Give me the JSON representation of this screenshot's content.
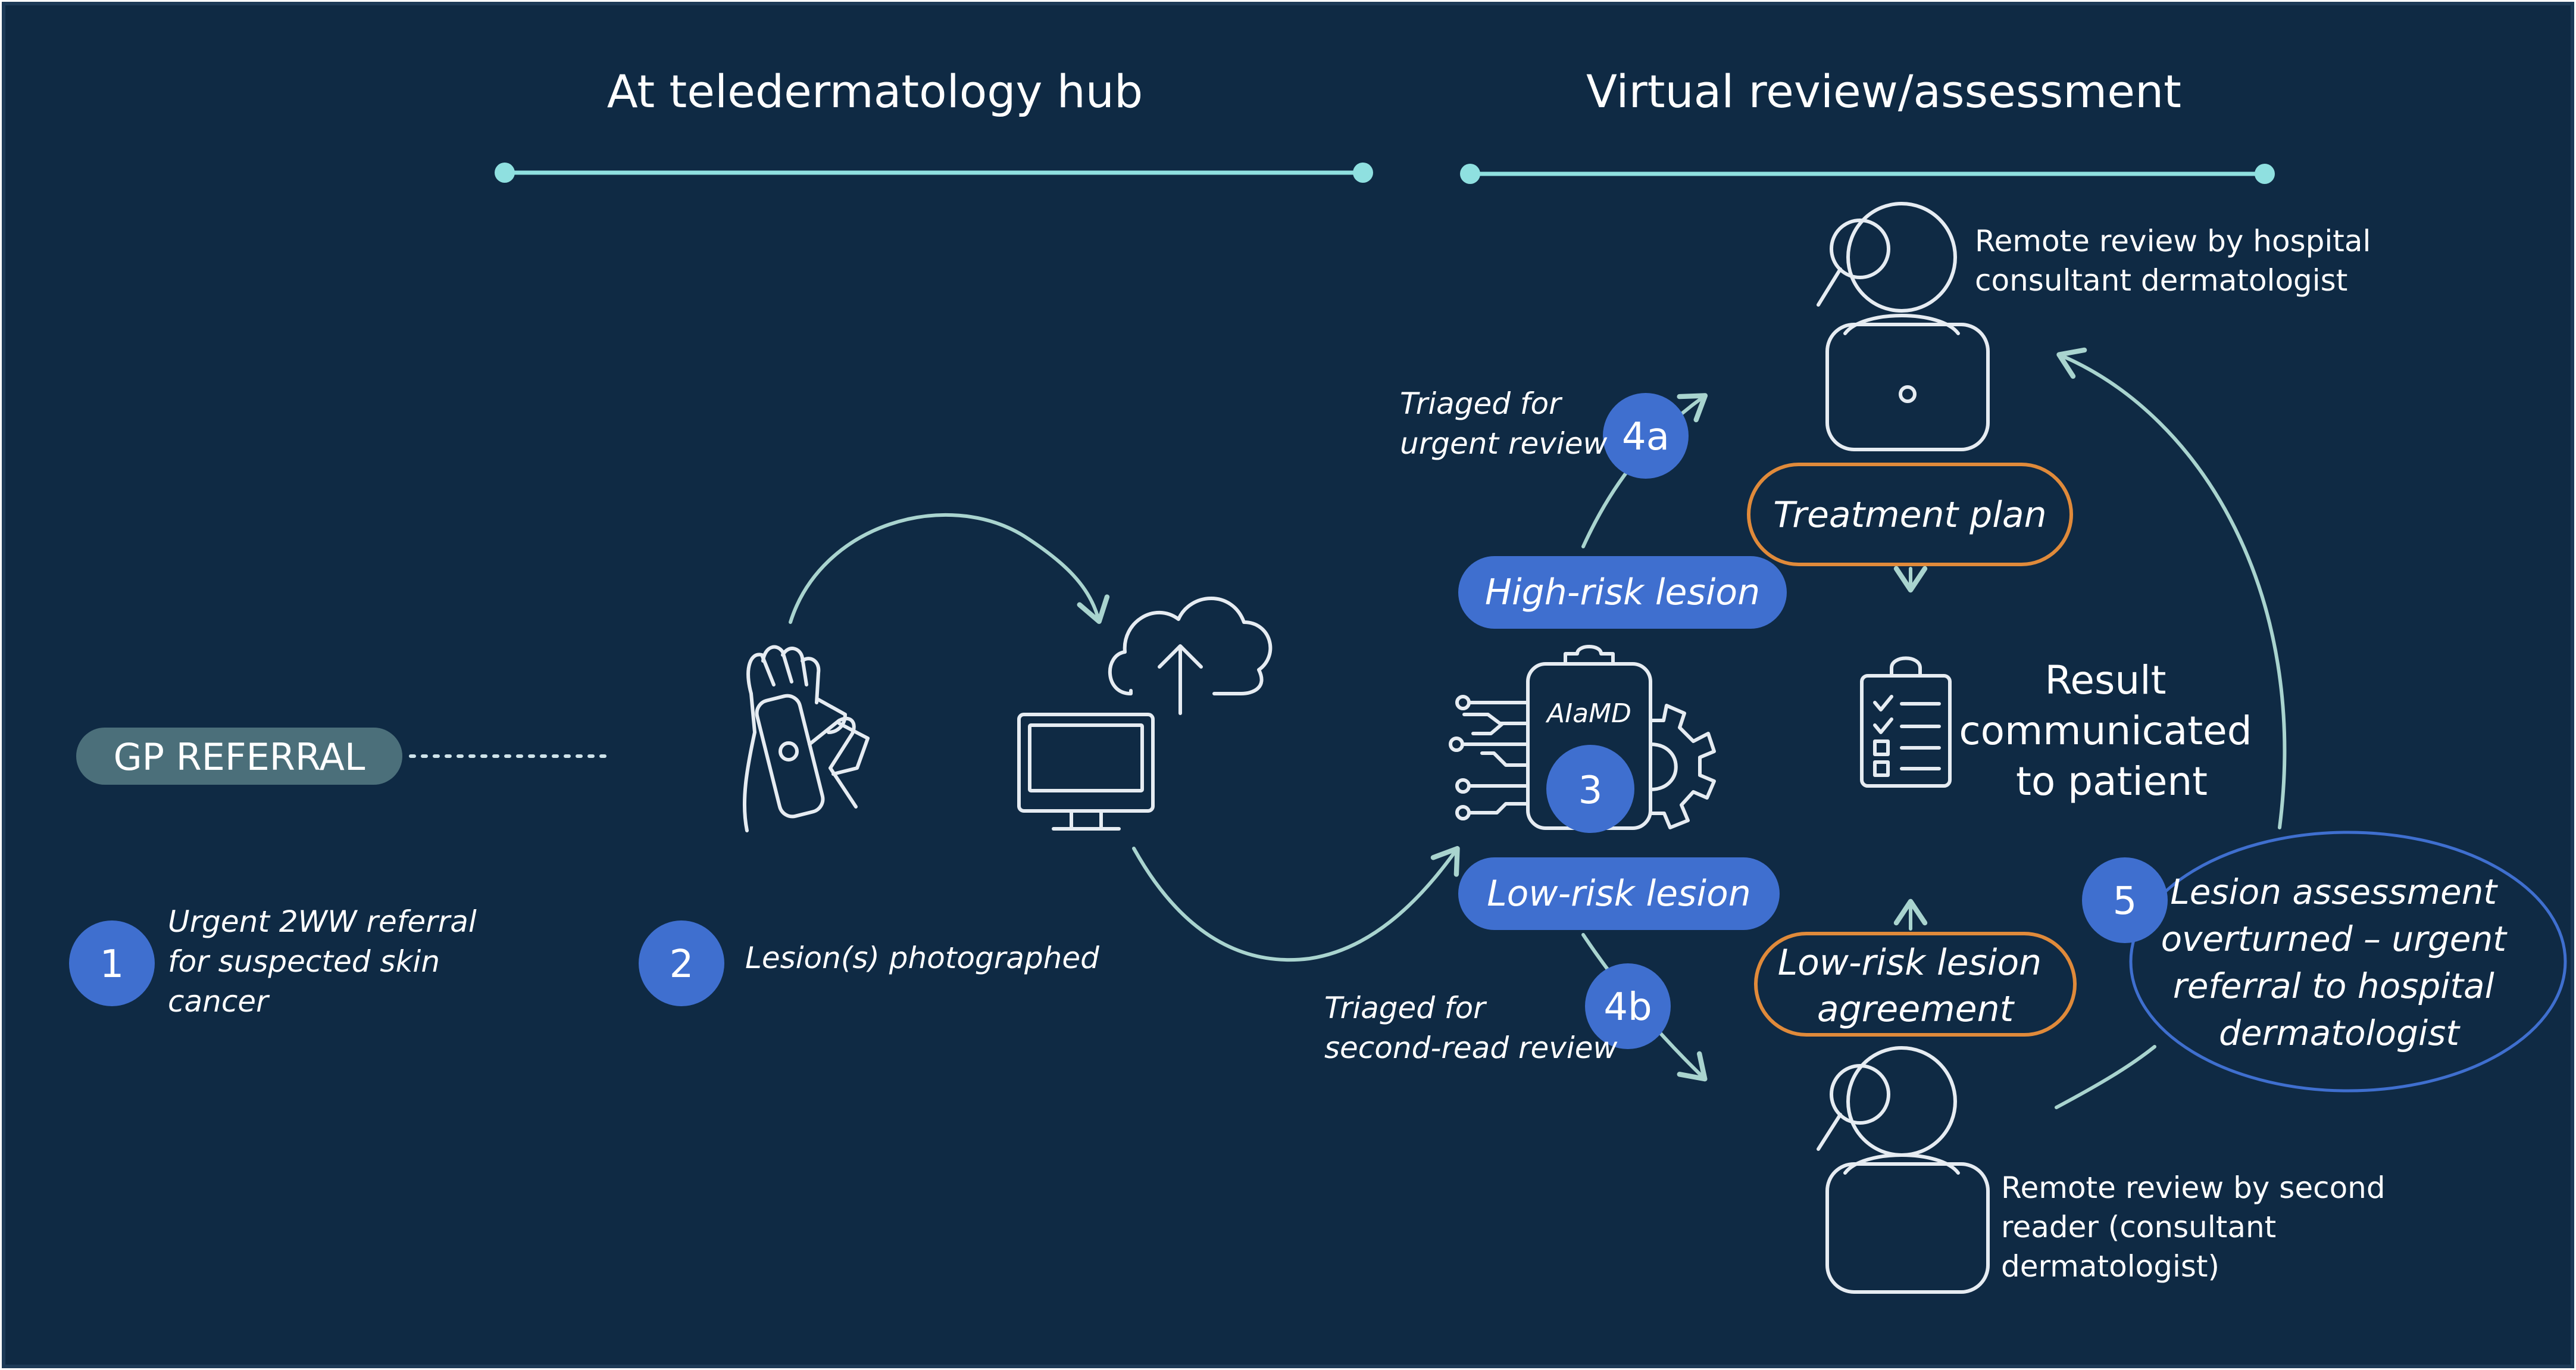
{
  "colors": {
    "background": "#0f2a44",
    "timeline": "#8fe0e0",
    "badge": "#3f6fcf",
    "pill": "#3f6fcf",
    "outcome_outline": "#e08a3a",
    "gp_pill": "#4b6f7a",
    "arrow": "#a9d4cf",
    "icon_stroke": "#e6ecf2"
  },
  "headers": {
    "left": "At teledermatology hub",
    "right": "Virtual review/assessment"
  },
  "gp_referral": "GP REFERRAL",
  "steps": {
    "step1": {
      "number": "1",
      "lines": [
        "Urgent 2WW referral",
        "for suspected skin",
        "cancer"
      ]
    },
    "step2": {
      "number": "2",
      "text": "Lesion(s) photographed"
    },
    "step3": {
      "number": "3",
      "device_label": "AIaMD"
    },
    "step4a": {
      "number": "4a",
      "lines": [
        "Triaged for",
        "urgent review"
      ]
    },
    "step4b": {
      "number": "4b",
      "lines": [
        "Triaged for",
        "second-read review"
      ]
    },
    "step5": {
      "number": "5",
      "lines": [
        "Lesion assessment",
        "overturned – urgent",
        "referral to hospital",
        "dermatologist"
      ]
    }
  },
  "pills": {
    "high_risk": "High-risk lesion",
    "low_risk": "Low-risk lesion"
  },
  "outcomes": {
    "treatment_plan": "Treatment plan",
    "low_risk_agreement": [
      "Low-risk lesion",
      "agreement"
    ]
  },
  "result": [
    "Result",
    "communicated",
    "to patient"
  ],
  "reviewers": {
    "consultant": [
      "Remote review by hospital",
      "consultant dermatologist"
    ],
    "second_reader": [
      "Remote review by second",
      "reader (consultant",
      "dermatologist)"
    ]
  },
  "icons": {
    "hand_phone": "hand-holding-phone-icon",
    "cloud_upload": "cloud-upload-icon",
    "monitor": "monitor-icon",
    "aiamd_device": "ai-device-icon",
    "clipboard": "clipboard-checklist-icon",
    "reviewer": "reviewer-with-magnifier-icon"
  }
}
